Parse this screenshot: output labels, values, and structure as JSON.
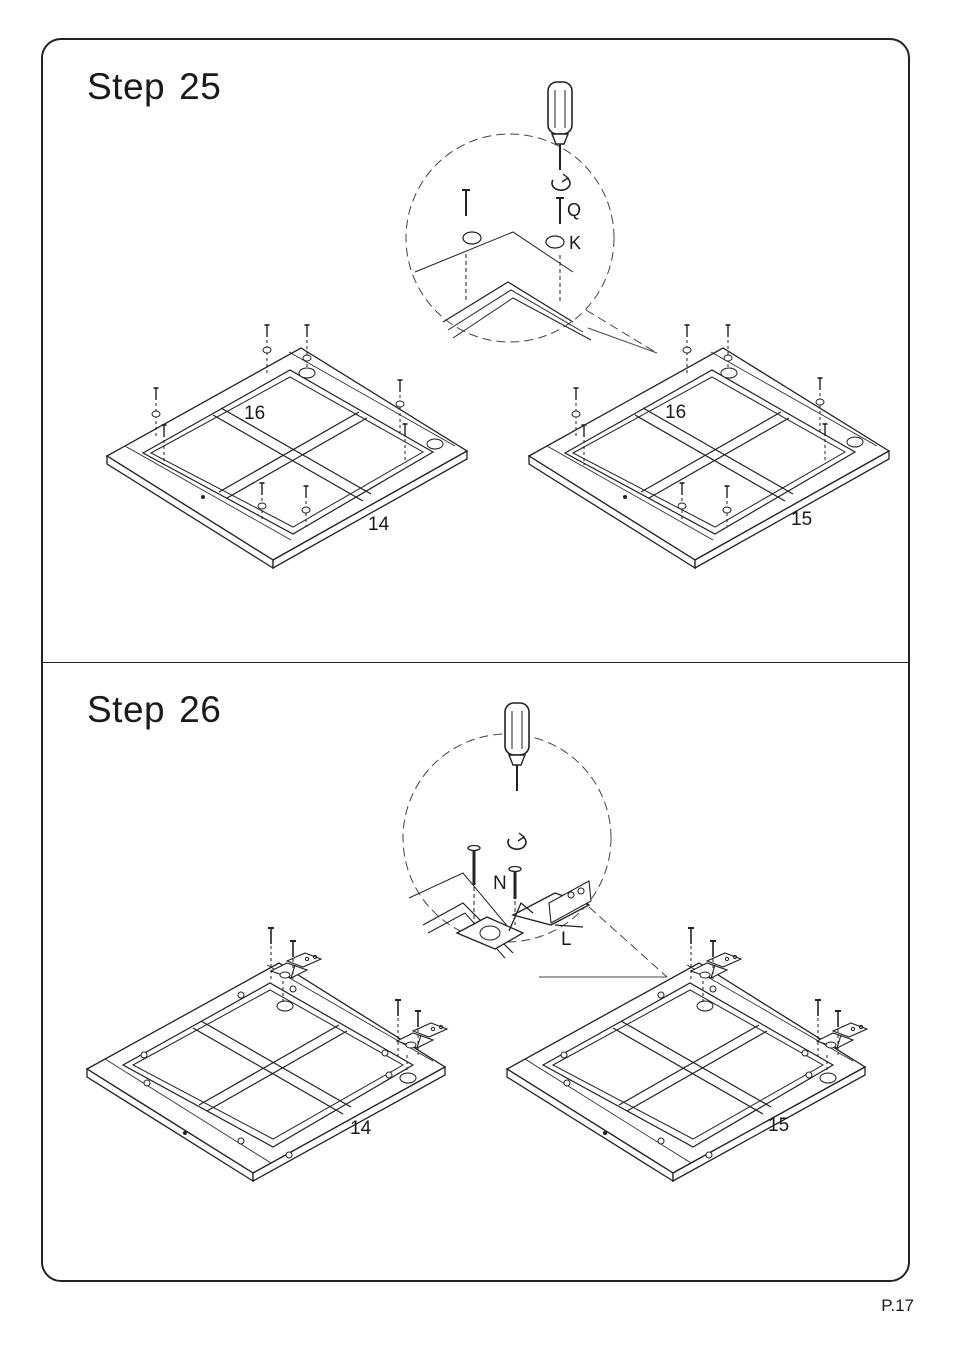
{
  "steps": [
    {
      "label": "Step",
      "number": "25",
      "hardware": [
        "Q",
        "K"
      ],
      "panels": [
        "14",
        "15"
      ],
      "insert_part": "16"
    },
    {
      "label": "Step",
      "number": "26",
      "hardware": [
        "N",
        "L"
      ],
      "panels": [
        "14",
        "15"
      ]
    }
  ],
  "page": "P.17",
  "colors": {
    "line": "#222222",
    "panel": "#ffffff"
  },
  "icons": [
    "screwdriver-icon",
    "rotate-clockwise-icon",
    "screw-icon",
    "cam-dowel-icon",
    "hinge-icon"
  ]
}
